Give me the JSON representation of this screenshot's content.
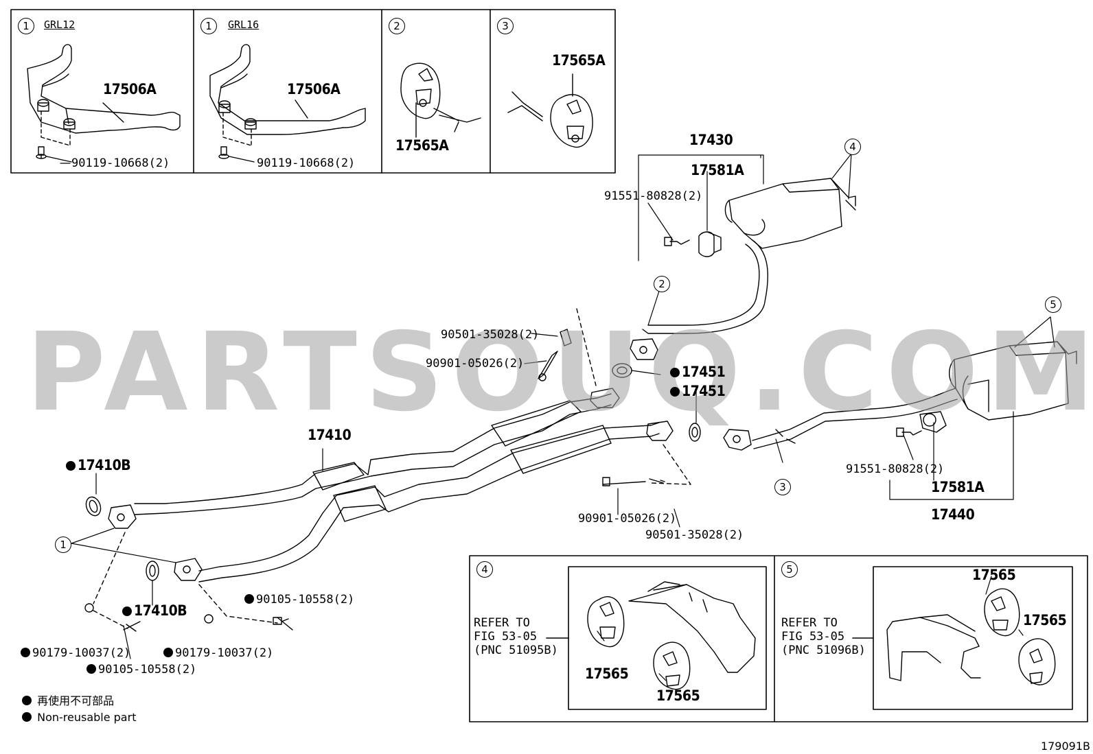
{
  "watermark": "PARTSOUQ.COM",
  "diagram_id": "179091B",
  "callouts": {
    "c1": "1",
    "c2": "2",
    "c3": "3",
    "c4": "4",
    "c5": "5"
  },
  "inset1": {
    "variant": "GRL12",
    "part": "17506A",
    "bolt": "90119-10668(2)"
  },
  "inset2": {
    "variant": "GRL16",
    "part": "17506A",
    "bolt": "90119-10668(2)"
  },
  "inset3": {
    "part": "17565A"
  },
  "inset4": {
    "part": "17565A"
  },
  "parts": {
    "p17430": "17430",
    "p17581A_top": "17581A",
    "p91551_top": "91551-80828(2)",
    "p90501_top": "90501-35028(2)",
    "p90901_top": "90901-05026(2)",
    "p17451_a": "17451",
    "p17451_b": "17451",
    "p17410": "17410",
    "p17410B_top": "17410B",
    "p17410B_low": "17410B",
    "p90105_right": "90105-10558(2)",
    "p90179_left": "90179-10037(2)",
    "p90105_left": "90105-10558(2)",
    "p90179_mid": "90179-10037(2)",
    "p90901_low": "90901-05026(2)",
    "p90501_low": "90501-35028(2)",
    "p91551_right": "91551-80828(2)",
    "p17581A_right": "17581A",
    "p17440": "17440"
  },
  "panel4": {
    "ref_line1": "REFER TO",
    "ref_line2": "FIG 53-05",
    "ref_line3": "(PNC 51095B)",
    "part_a": "17565",
    "part_b": "17565"
  },
  "panel5": {
    "ref_line1": "REFER TO",
    "ref_line2": "FIG 53-05",
    "ref_line3": "(PNC 51096B)",
    "part_a": "17565",
    "part_b": "17565"
  },
  "legend": {
    "line1": "再使用不可部品",
    "line2": "Non-reusable part"
  }
}
